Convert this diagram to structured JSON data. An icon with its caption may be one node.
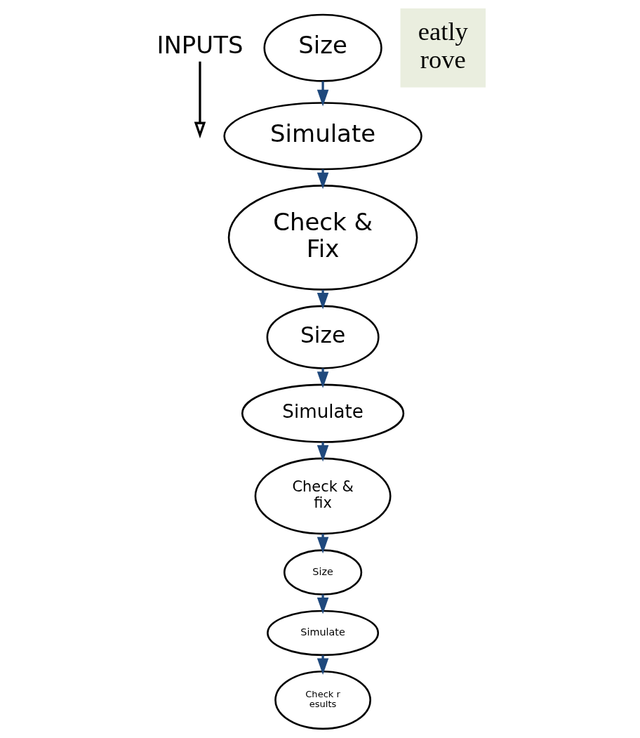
{
  "diagram": {
    "nodes": [
      {
        "text": [
          "INPUTS"
        ]
      },
      {
        "text": [
          "Size"
        ]
      },
      {
        "text": [
          "Simulate"
        ]
      },
      {
        "text": [
          "Check & Fix"
        ]
      },
      {
        "text": [
          "Size"
        ]
      },
      {
        "text": [
          "Simulate"
        ]
      },
      {
        "text": [
          "Check & fix"
        ]
      },
      {
        "text": [
          "Size"
        ]
      },
      {
        "text": [
          "Simulate"
        ]
      },
      {
        "text": [
          "Check r esults"
        ]
      },
      {
        "text": [
          "eatly rove"
        ]
      }
    ],
    "edges": [
      {
        "from": 0,
        "to": null,
        "arrow": "to",
        "color": "#000000"
      },
      {
        "from": 1,
        "to": 2,
        "arrow": "to"
      },
      {
        "from": 2,
        "to": 3,
        "arrow": "to"
      },
      {
        "from": 3,
        "to": 4,
        "arrow": "to"
      },
      {
        "from": 4,
        "to": 5,
        "arrow": "to"
      },
      {
        "from": 5,
        "to": 6,
        "arrow": "to"
      },
      {
        "from": 6,
        "to": 7,
        "arrow": "to"
      },
      {
        "from": 7,
        "to": 8,
        "arrow": "to"
      },
      {
        "from": 8,
        "to": 9,
        "arrow": "to"
      }
    ]
  }
}
